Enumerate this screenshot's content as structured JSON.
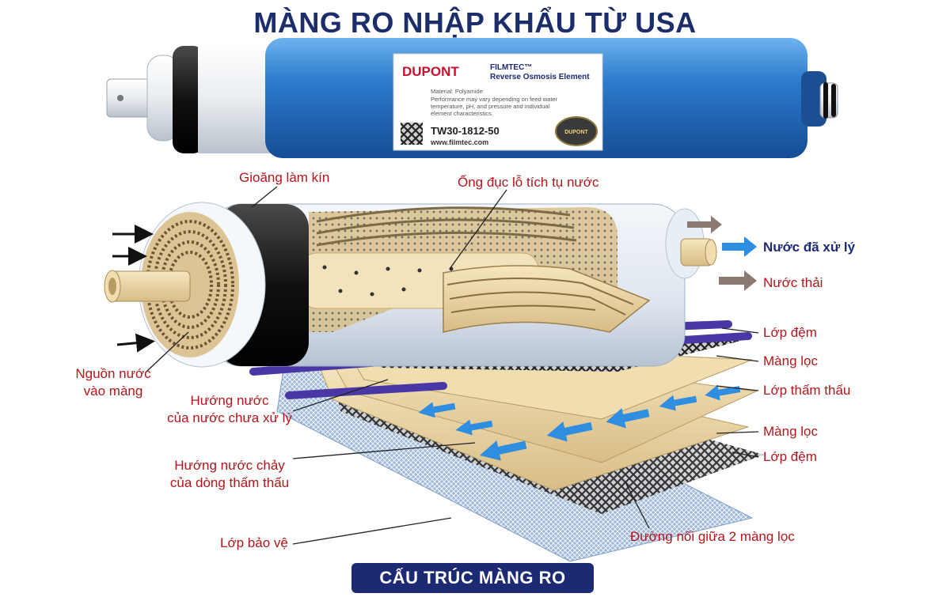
{
  "title": "MÀNG RO NHẬP KHẨU TỪ USA",
  "product_label": {
    "brand": "DUPONT",
    "line1": "FILMTEC™",
    "line2": "Reverse Osmosis Element",
    "material": "Material: Polyamide",
    "note1": "Performance may vary depending on feed water",
    "note2": "temperature, pH, and pressure and individual",
    "note3": "element characteristics.",
    "model": "TW30-1812-50",
    "website": "www.filmtec.com",
    "seal": "DUPONT"
  },
  "labels": {
    "gasket": "Gioăng làm kín",
    "perforated_tube": "Ống đục lỗ tích tụ nước",
    "treated_water": "Nước đã xử lý",
    "waste_water": "Nước thải",
    "feed_spacer_top": "Lớp đệm",
    "membrane_top": "Màng lọc",
    "permeate_layer": "Lớp thấm thấu",
    "membrane_bottom": "Màng lọc",
    "feed_spacer_bottom": "Lớp đệm",
    "source_line1": "Nguồn nước",
    "source_line2": "vào màng",
    "raw_flow_line1": "Hướng nước",
    "raw_flow_line2": "của nước chưa xử lý",
    "permeate_flow_line1": "Hướng nước chảy",
    "permeate_flow_line2": "của dòng thấm thấu",
    "protective_layer": "Lớp bảo vệ",
    "seam": "Đường nối giữa 2 màng lọc"
  },
  "footer": "CẤU TRÚC MÀNG RO",
  "colors": {
    "title": "#1c2d6b",
    "label_red": "#b3161b",
    "label_blue": "#1b2a73",
    "housing_blue": "#2f7fd0",
    "membrane_tan": "#ecd7a6",
    "arrow_blue": "#2f8ee0",
    "arrow_gray": "#8b7a72",
    "feed_tube": "#4a37a6"
  }
}
